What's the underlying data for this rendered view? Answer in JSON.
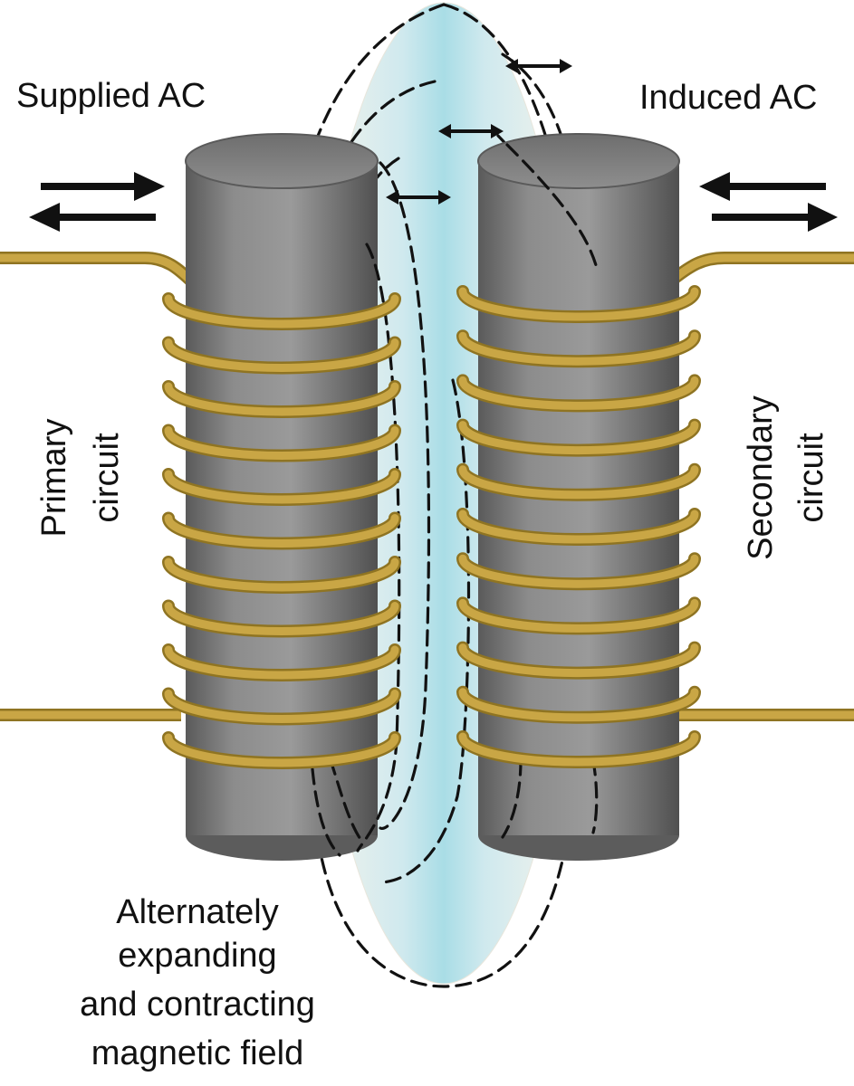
{
  "labels": {
    "supplied_ac": "Supplied AC",
    "induced_ac": "Induced AC",
    "primary_line1": "Primary",
    "primary_line2": "circuit",
    "secondary_line1": "Secondary",
    "secondary_line2": "circuit",
    "field_line1": "Alternately",
    "field_line2": "expanding",
    "field_line3": "and contracting",
    "field_line4": "magnetic field"
  },
  "colors": {
    "wire": "#c9a645",
    "wire_dark": "#8f7422",
    "core": "#7a7a7a",
    "core_dark": "#4f4f4f",
    "core_light": "#a6a6a6",
    "field_center": "#a9dde6",
    "field_edge": "#f3f1ea",
    "dashes": "#111111",
    "text": "#111111"
  },
  "coils": {
    "primary_turns": 11,
    "secondary_turns": 11
  }
}
